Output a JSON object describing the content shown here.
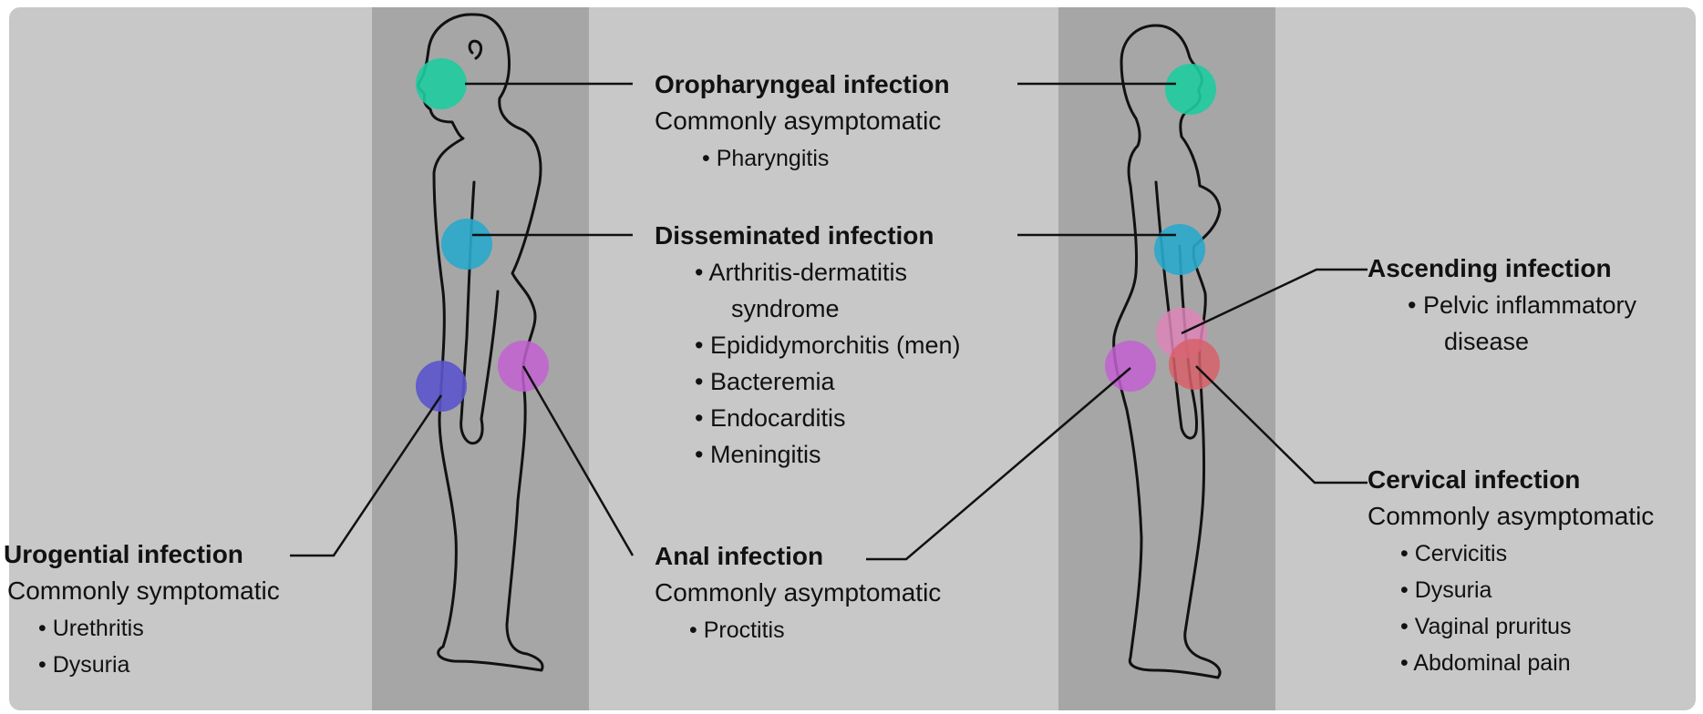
{
  "colors": {
    "background": "#c8c8c8",
    "body_band": "#a6a6a6",
    "oropharyngeal": "#1fcca0",
    "disseminated": "#2aa8cc",
    "urogenital": "#5b55cc",
    "anal": "#c260d2",
    "ascending": "#dd85b8",
    "cervical": "#d8606a"
  },
  "figures": {
    "male": {
      "name": "male-figure"
    },
    "female": {
      "name": "female-figure"
    }
  },
  "labels": {
    "oropharyngeal": {
      "title": "Oropharyngeal infection",
      "subtitle": "Commonly asymptomatic",
      "items": [
        "Pharyngitis"
      ]
    },
    "disseminated": {
      "title": "Disseminated infection",
      "items": [
        "Arthritis-dermatitis",
        "syndrome",
        "Epididymorchitis (men)",
        "Bacteremia",
        "Endocarditis",
        "Meningitis"
      ]
    },
    "urogential": {
      "title": "Urogential infection",
      "subtitle": "Commonly symptomatic",
      "items": [
        "Urethritis",
        "Dysuria"
      ]
    },
    "anal": {
      "title": "Anal infection",
      "subtitle": "Commonly asymptomatic",
      "items": [
        "Proctitis"
      ]
    },
    "ascending": {
      "title": "Ascending infection",
      "items": [
        "Pelvic inflammatory",
        "disease"
      ]
    },
    "cervical": {
      "title": "Cervical infection",
      "subtitle": "Commonly asymptomatic",
      "items": [
        "Cervicitis",
        "Dysuria",
        "Vaginal pruritus",
        "Abdominal pain"
      ]
    }
  }
}
